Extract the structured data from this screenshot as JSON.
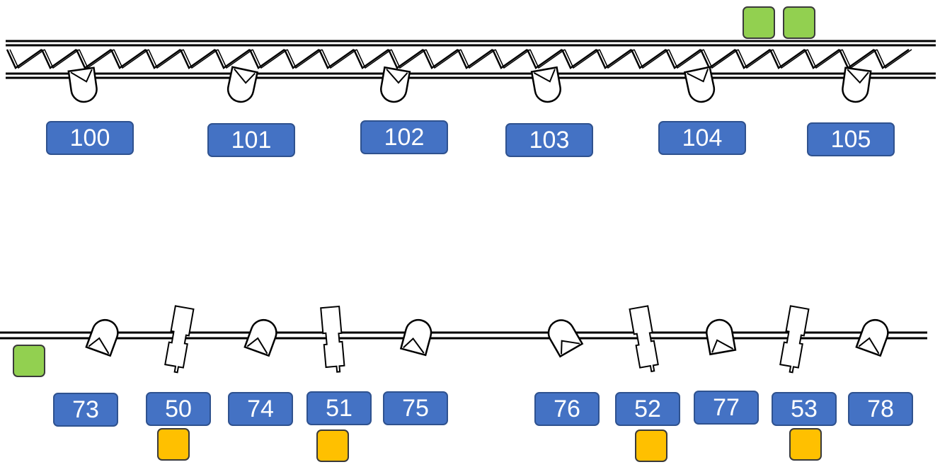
{
  "colors": {
    "label_fill": "#4472c4",
    "label_border": "#2f528f",
    "label_text": "#ffffff",
    "green_marker": "#92d050",
    "yellow_marker": "#ffc000",
    "outline": "#000000"
  },
  "upper_truss": {
    "labels": [
      "100",
      "101",
      "102",
      "103",
      "104",
      "105"
    ],
    "green_marker_count": 2
  },
  "lower_pipe": {
    "labels": [
      "73",
      "50",
      "74",
      "51",
      "75",
      "76",
      "52",
      "77",
      "53",
      "78"
    ],
    "fixture_types": [
      "spot",
      "strip",
      "spot",
      "strip",
      "spot",
      "spot",
      "strip",
      "spot",
      "strip",
      "spot"
    ],
    "yellow_markers_under": [
      "50",
      "51",
      "52",
      "53"
    ],
    "green_marker_count": 1
  }
}
